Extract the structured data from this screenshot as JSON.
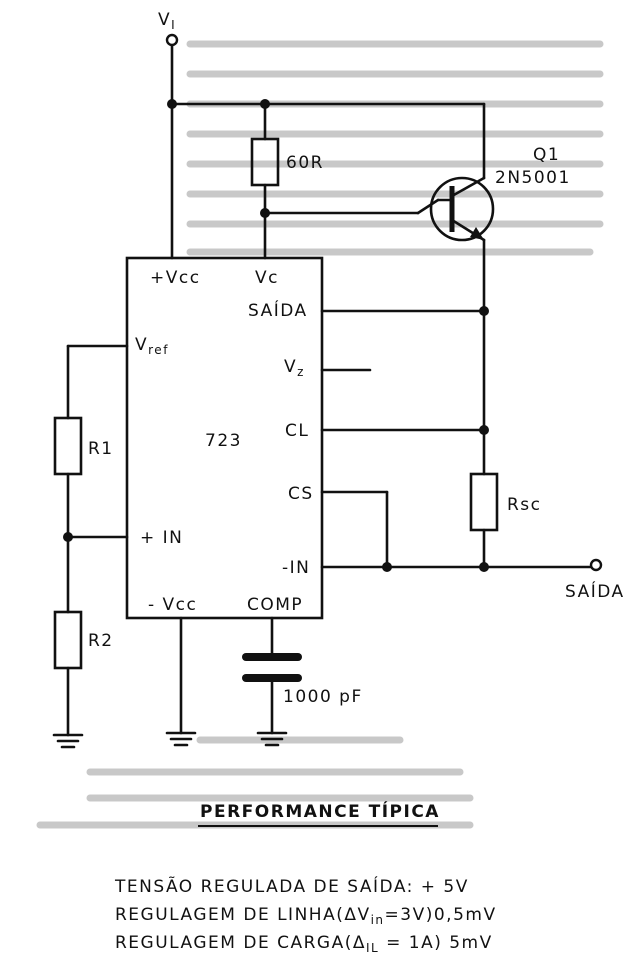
{
  "circuit": {
    "vi": "V",
    "vi_sub": "I",
    "r_top": "60R",
    "q_name": "Q1",
    "q_part": "2N5001",
    "ic": "723",
    "pin_vcc": "+Vcc",
    "pin_vc": "Vc",
    "pin_saida": "SAÍDA",
    "pin_vref": "V",
    "pin_vref_sub": "ref",
    "pin_vz": "V",
    "pin_vz_sub": "z",
    "pin_cl": "CL",
    "pin_cs": "CS",
    "pin_plus_in": "+ IN",
    "pin_minus_in": "-IN",
    "pin_minus_vcc": "- Vcc",
    "pin_comp": "COMP",
    "r1": "R1",
    "r2": "R2",
    "rsc": "Rsc",
    "cap": "1000 pF",
    "out": "SAÍDA"
  },
  "performance": {
    "title": "PERFORMANCE TÍPICA",
    "line1": "TENSÃO REGULADA DE SAÍDA: + 5V",
    "line2_a": "REGULAGEM DE LINHA(ΔV",
    "line2_sub": "in",
    "line2_b": "=3V)0,5mV",
    "line3_a": "REGULAGEM DE CARGA(Δ",
    "line3_sub": "IL",
    "line3_b": " = 1A) 5mV"
  }
}
